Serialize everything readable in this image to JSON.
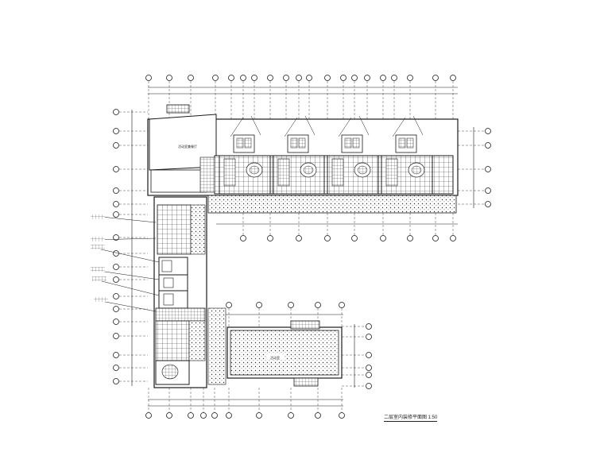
{
  "drawing": {
    "caption": "二层室内装修平面图 1:50",
    "room_labels": {
      "north_hall": "活动室兼餐厅",
      "south_hall": "活动室"
    }
  },
  "colors": {
    "line": "#1a1a1a",
    "paper": "#ffffff"
  }
}
